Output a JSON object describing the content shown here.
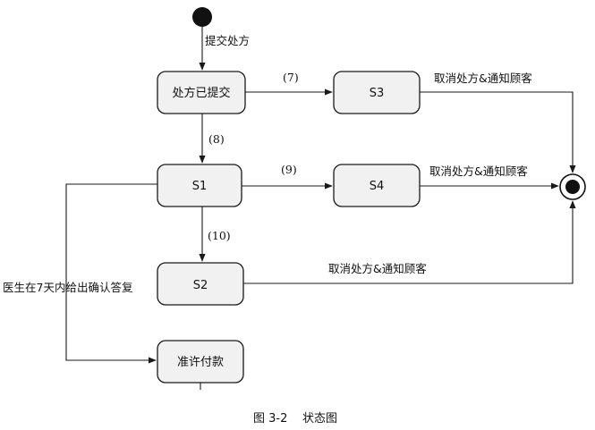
{
  "states": {
    "submitted": "处方已提交",
    "s1": "S1",
    "s2": "S2",
    "s3": "S3",
    "s4": "S4",
    "approve_payment": "准许付款"
  },
  "transitions": {
    "initial": "提交处方",
    "t7": "(7)",
    "t8": "(8)",
    "t9": "(9)",
    "t10": "(10)",
    "cancel_s3": "取消处方&通知顾客",
    "cancel_s4": "取消处方&通知顾客",
    "cancel_s2": "取消处方&通知顾客",
    "doctor_confirm": "医生在7天内给出确认答复"
  },
  "caption": {
    "figure_number": "图 3-2",
    "title": "状态图"
  }
}
